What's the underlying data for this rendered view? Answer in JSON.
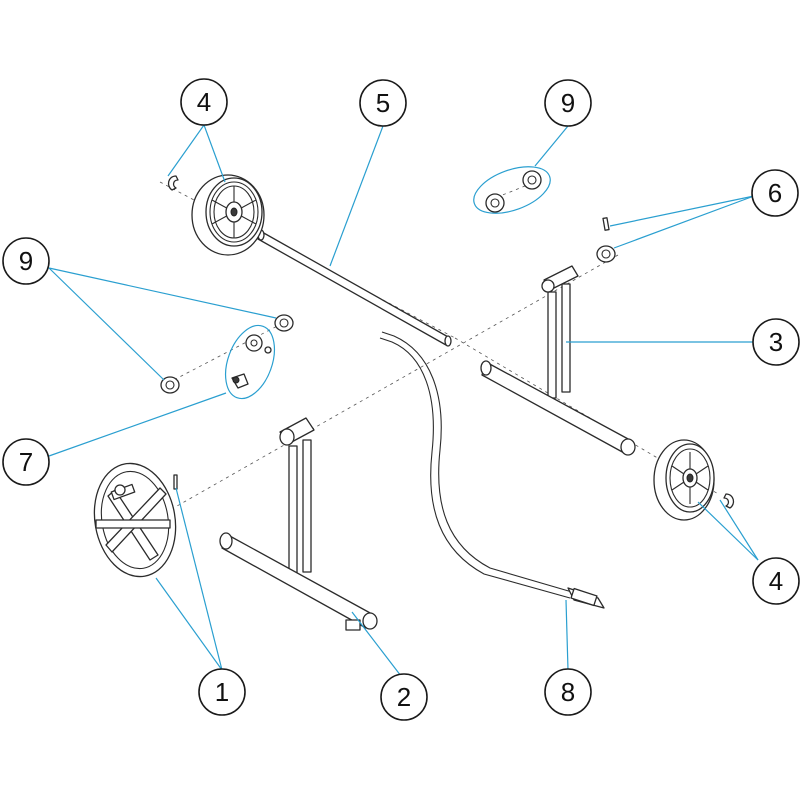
{
  "diagram": {
    "callouts": [
      {
        "id": "c4a",
        "label": "4"
      },
      {
        "id": "c5",
        "label": "5"
      },
      {
        "id": "c9a",
        "label": "9"
      },
      {
        "id": "c6",
        "label": "6"
      },
      {
        "id": "c9b",
        "label": "9"
      },
      {
        "id": "c3",
        "label": "3"
      },
      {
        "id": "c7",
        "label": "7"
      },
      {
        "id": "c4b",
        "label": "4"
      },
      {
        "id": "c1",
        "label": "1"
      },
      {
        "id": "c2",
        "label": "2"
      },
      {
        "id": "c8",
        "label": "8"
      }
    ],
    "colors": {
      "leader": "#2a9fd0",
      "outline": "#2b2b2b",
      "background": "#ffffff"
    }
  }
}
